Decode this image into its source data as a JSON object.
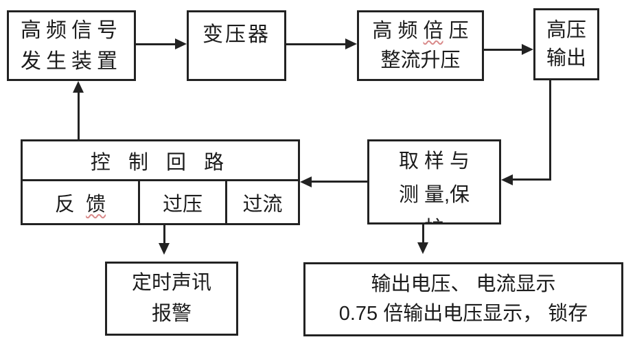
{
  "colors": {
    "line": "#222222",
    "background": "#ffffff",
    "text": "#1b1b1b",
    "squiggle": "#d98a8a"
  },
  "boxes": {
    "signal_generator": {
      "line1": "高频信号",
      "line2": "发生装置"
    },
    "transformer": {
      "label": "变压器"
    },
    "doubler": {
      "line1_pre": "高 频 ",
      "line1_wavy": "倍",
      "line1_post": " 压",
      "line2": "整流升压"
    },
    "hv_output": {
      "line1": "高压",
      "line2": "输出"
    },
    "control_loop": {
      "header": "控 制 回 路",
      "feedback_pre": "反  ",
      "feedback_wavy": "馈",
      "overvoltage": "过压",
      "overcurrent": "过流"
    },
    "sampling": {
      "line1": "取 样 与",
      "line2": "测 量,保",
      "line3": "护"
    },
    "alarm": {
      "line1": "定时声讯",
      "line2": "报警"
    },
    "display": {
      "line1": "输出电压、 电流显示",
      "line2": "0.75 倍输出电压显示， 锁存"
    }
  }
}
